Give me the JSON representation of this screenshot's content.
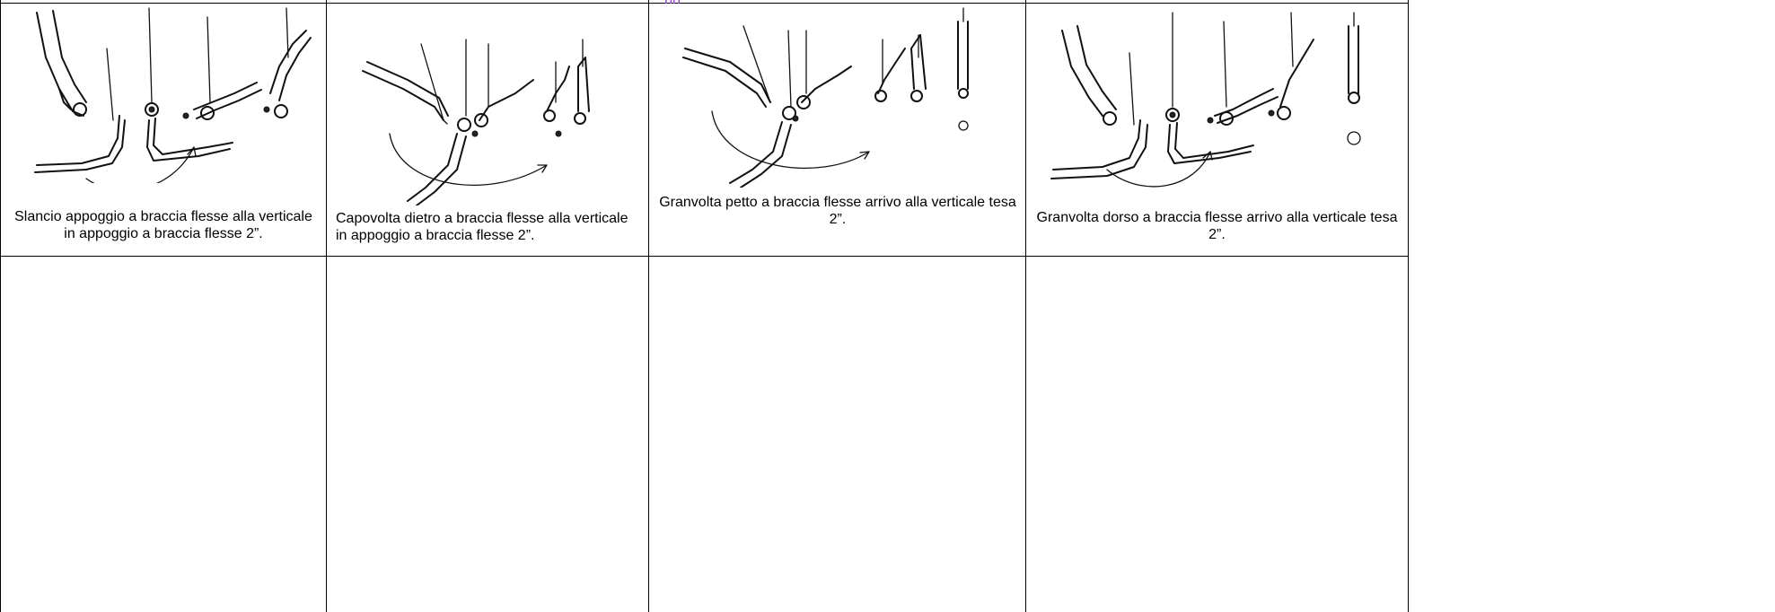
{
  "header": {
    "fragment_text": "pp",
    "fragment_color": "#a23ee0"
  },
  "cells": [
    {
      "figure_name": "slancio-appoggio-figure",
      "caption": "Slancio appoggio a braccia flesse alla verticale in appoggio a braccia flesse 2”."
    },
    {
      "figure_name": "capovolta-dietro-figure",
      "caption": "Capovolta dietro a braccia flesse alla verticale in appoggio a braccia flesse 2”."
    },
    {
      "figure_name": "granvolta-petto-figure",
      "caption": "Granvolta petto a braccia flesse arrivo alla verticale tesa 2”."
    },
    {
      "figure_name": "granvolta-dorso-figure",
      "caption": "Granvolta dorso a braccia flesse arrivo alla verticale tesa 2”."
    }
  ]
}
